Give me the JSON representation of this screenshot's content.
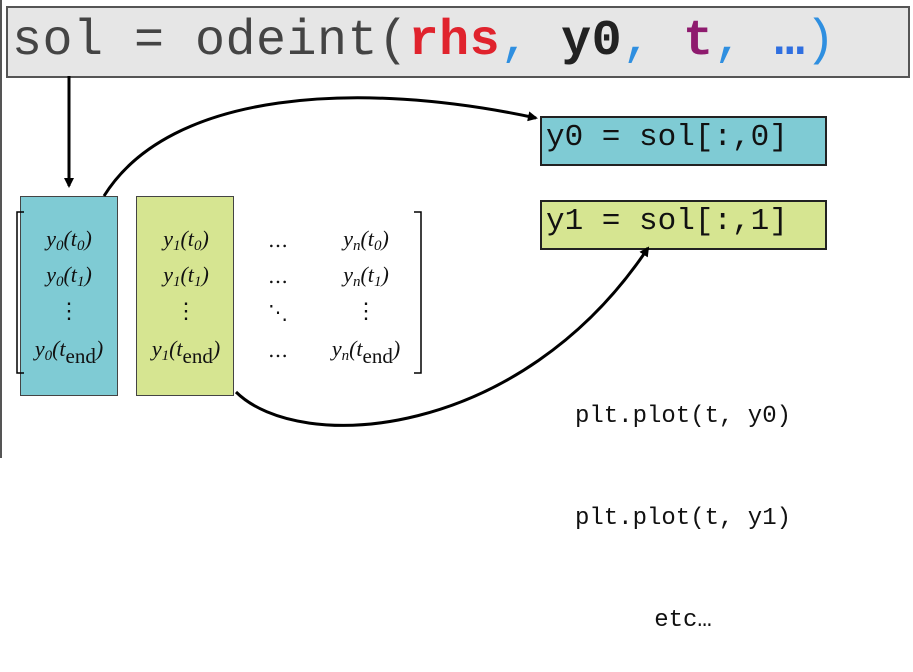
{
  "code": {
    "prefix": "sol = odeint(",
    "arg1": "rhs",
    "sep1": ", ",
    "arg2": "y0",
    "sep2": ", ",
    "arg3": "t",
    "sep3": ", ",
    "arg4": "…",
    "suffix": ")"
  },
  "colors": {
    "paren_comma": "#2f8fe0",
    "rhs": "#e0232d",
    "y0": "#222222",
    "t": "#8e1b6e",
    "ellipsis": "#2f6fe0",
    "col0_fill": "#7fcbd4",
    "col1_fill": "#d6e591",
    "code_bg": "#e6e6e6"
  },
  "boxes": {
    "y0_assign": "y0 = sol[:,0]",
    "y1_assign": "y1 = sol[:,1]"
  },
  "matrix": {
    "col0": {
      "base": "y",
      "sub": "0",
      "rows": [
        "0",
        "1",
        "⋮",
        "end"
      ]
    },
    "col1": {
      "base": "y",
      "sub": "1",
      "rows": [
        "0",
        "1",
        "⋮",
        "end"
      ]
    },
    "coldots": [
      "…",
      "…",
      "⋱",
      "…"
    ],
    "coln": {
      "base": "y",
      "sub": "n",
      "rows": [
        "0",
        "1",
        "⋮",
        "end"
      ]
    },
    "time_symbol": "t"
  },
  "plot_lines": [
    "plt.plot(t, y0)",
    "plt.plot(t, y1)",
    "etc…"
  ]
}
